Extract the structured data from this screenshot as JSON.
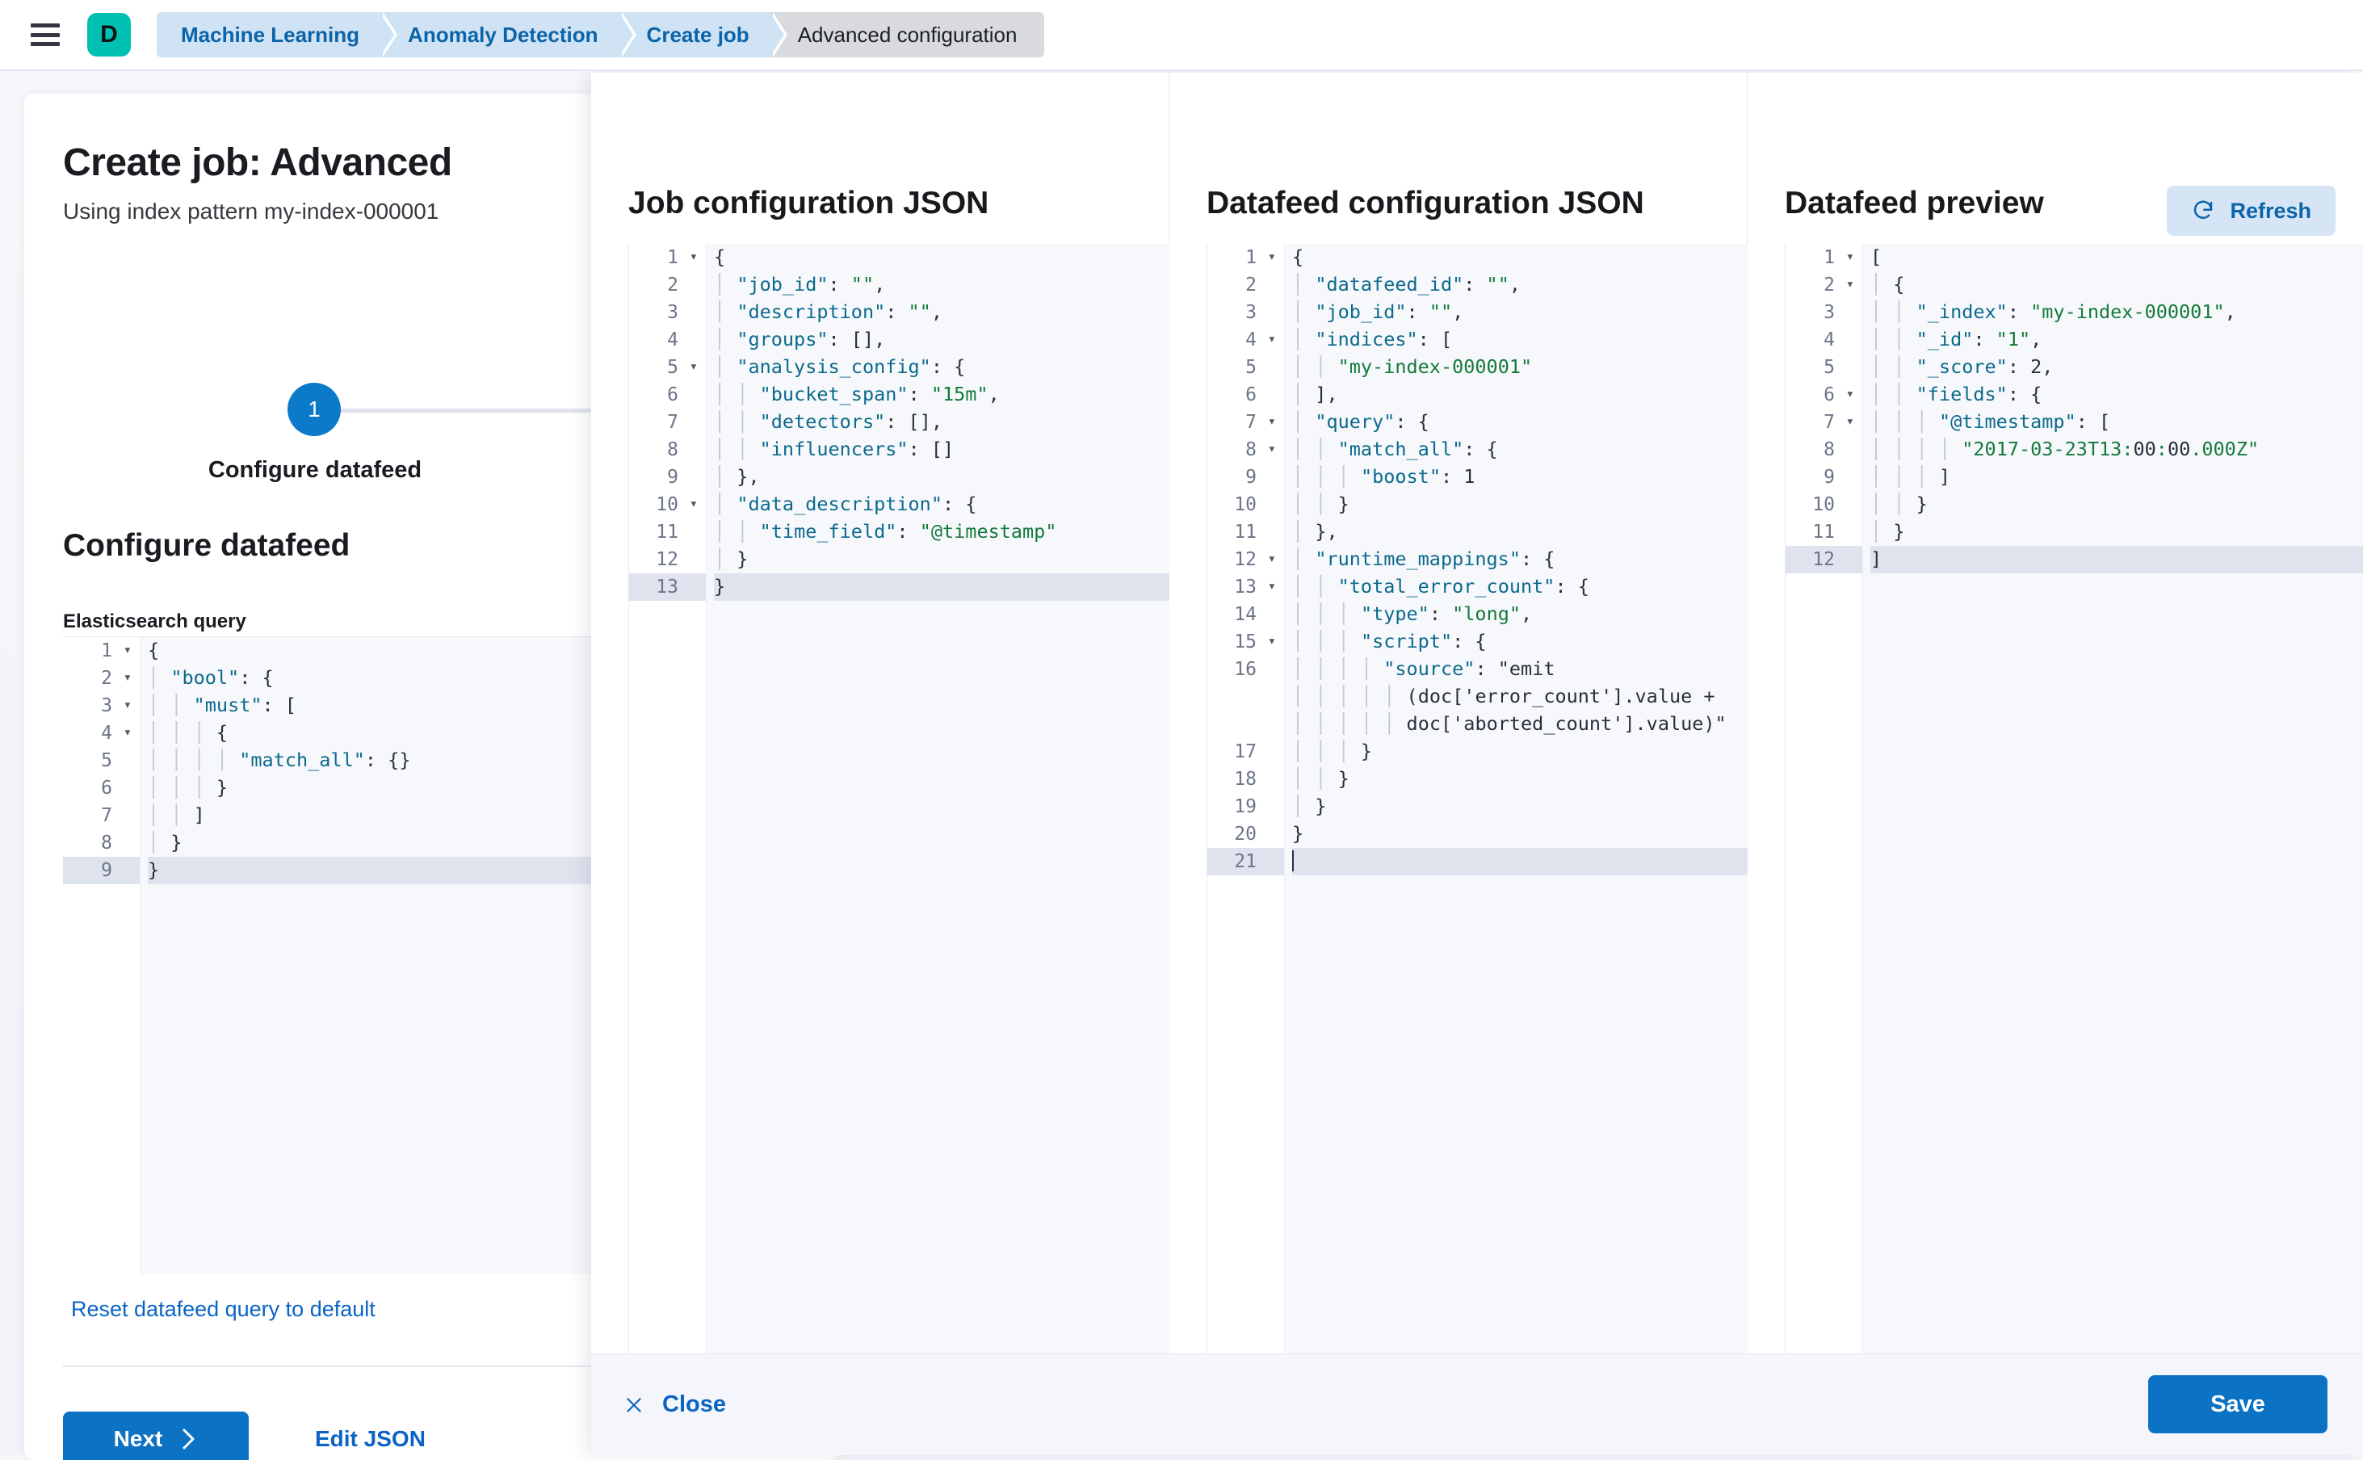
{
  "topnav": {
    "menu_icon": "hamburger-menu-icon",
    "logo_letter": "D",
    "breadcrumbs": [
      {
        "label": "Machine Learning",
        "active": false
      },
      {
        "label": "Anomaly Detection",
        "active": false
      },
      {
        "label": "Create job",
        "active": false
      },
      {
        "label": "Advanced configuration",
        "active": true
      }
    ]
  },
  "left_panel": {
    "title": "Create job: Advanced",
    "subtitle": "Using index pattern my-index-000001",
    "step_number": "1",
    "step_label": "Configure datafeed",
    "section_heading": "Configure datafeed",
    "field_label": "Elasticsearch query",
    "reset_link": "Reset datafeed query to default",
    "next_button": "Next",
    "next_chevron_icon": "chevron-right-icon",
    "edit_json_button": "Edit JSON",
    "query_editor": {
      "highlight_line": 9,
      "lines": [
        {
          "no": "1",
          "fold": true,
          "text": "{"
        },
        {
          "no": "2",
          "fold": true,
          "text": "  \"bool\": {"
        },
        {
          "no": "3",
          "fold": true,
          "text": "    \"must\": ["
        },
        {
          "no": "4",
          "fold": true,
          "text": "      {"
        },
        {
          "no": "5",
          "fold": false,
          "text": "        \"match_all\": {}"
        },
        {
          "no": "6",
          "fold": false,
          "text": "      }"
        },
        {
          "no": "7",
          "fold": false,
          "text": "    ]"
        },
        {
          "no": "8",
          "fold": false,
          "text": "  }"
        },
        {
          "no": "9",
          "fold": false,
          "text": "}"
        }
      ]
    }
  },
  "flyout": {
    "columns": [
      {
        "title": "Job configuration JSON",
        "highlight_line": 13,
        "lines": [
          {
            "no": "1",
            "fold": true,
            "text": "{"
          },
          {
            "no": "2",
            "fold": false,
            "text": "  \"job_id\": \"\","
          },
          {
            "no": "3",
            "fold": false,
            "text": "  \"description\": \"\","
          },
          {
            "no": "4",
            "fold": false,
            "text": "  \"groups\": [],"
          },
          {
            "no": "5",
            "fold": true,
            "text": "  \"analysis_config\": {"
          },
          {
            "no": "6",
            "fold": false,
            "text": "    \"bucket_span\": \"15m\","
          },
          {
            "no": "7",
            "fold": false,
            "text": "    \"detectors\": [],"
          },
          {
            "no": "8",
            "fold": false,
            "text": "    \"influencers\": []"
          },
          {
            "no": "9",
            "fold": false,
            "text": "  },"
          },
          {
            "no": "10",
            "fold": true,
            "text": "  \"data_description\": {"
          },
          {
            "no": "11",
            "fold": false,
            "text": "    \"time_field\": \"@timestamp\""
          },
          {
            "no": "12",
            "fold": false,
            "text": "  }"
          },
          {
            "no": "13",
            "fold": false,
            "text": "}"
          }
        ]
      },
      {
        "title": "Datafeed configuration JSON",
        "highlight_line": 21,
        "lines": [
          {
            "no": "1",
            "fold": true,
            "text": "{"
          },
          {
            "no": "2",
            "fold": false,
            "text": "  \"datafeed_id\": \"\","
          },
          {
            "no": "3",
            "fold": false,
            "text": "  \"job_id\": \"\","
          },
          {
            "no": "4",
            "fold": true,
            "text": "  \"indices\": ["
          },
          {
            "no": "5",
            "fold": false,
            "text": "    \"my-index-000001\""
          },
          {
            "no": "6",
            "fold": false,
            "text": "  ],"
          },
          {
            "no": "7",
            "fold": true,
            "text": "  \"query\": {"
          },
          {
            "no": "8",
            "fold": true,
            "text": "    \"match_all\": {"
          },
          {
            "no": "9",
            "fold": false,
            "text": "      \"boost\": 1"
          },
          {
            "no": "10",
            "fold": false,
            "text": "    }"
          },
          {
            "no": "11",
            "fold": false,
            "text": "  },"
          },
          {
            "no": "12",
            "fold": true,
            "text": "  \"runtime_mappings\": {"
          },
          {
            "no": "13",
            "fold": true,
            "text": "    \"total_error_count\": {"
          },
          {
            "no": "14",
            "fold": false,
            "text": "      \"type\": \"long\","
          },
          {
            "no": "15",
            "fold": true,
            "text": "      \"script\": {"
          },
          {
            "no": "16",
            "fold": false,
            "text": "        \"source\": \"emit\n          (doc['error_count'].value +\n          doc['aborted_count'].value)\""
          },
          {
            "no": "17",
            "fold": false,
            "text": "      }"
          },
          {
            "no": "18",
            "fold": false,
            "text": "    }"
          },
          {
            "no": "19",
            "fold": false,
            "text": "  }"
          },
          {
            "no": "20",
            "fold": false,
            "text": "}"
          },
          {
            "no": "21",
            "fold": false,
            "text": ""
          }
        ]
      },
      {
        "title": "Datafeed preview",
        "refresh_label": "Refresh",
        "refresh_icon": "refresh-icon",
        "highlight_line": 12,
        "lines": [
          {
            "no": "1",
            "fold": true,
            "text": "["
          },
          {
            "no": "2",
            "fold": true,
            "text": "  {"
          },
          {
            "no": "3",
            "fold": false,
            "text": "    \"_index\": \"my-index-000001\","
          },
          {
            "no": "4",
            "fold": false,
            "text": "    \"_id\": \"1\","
          },
          {
            "no": "5",
            "fold": false,
            "text": "    \"_score\": 2,"
          },
          {
            "no": "6",
            "fold": true,
            "text": "    \"fields\": {"
          },
          {
            "no": "7",
            "fold": true,
            "text": "      \"@timestamp\": ["
          },
          {
            "no": "8",
            "fold": false,
            "text": "        \"2017-03-23T13:00:00.000Z\""
          },
          {
            "no": "9",
            "fold": false,
            "text": "      ]"
          },
          {
            "no": "10",
            "fold": false,
            "text": "    }"
          },
          {
            "no": "11",
            "fold": false,
            "text": "  }"
          },
          {
            "no": "12",
            "fold": false,
            "text": "]"
          }
        ]
      }
    ],
    "footer": {
      "close_label": "Close",
      "close_icon": "close-x-icon",
      "save_label": "Save"
    }
  },
  "colors": {
    "accent_blue": "#0b72c4",
    "link_blue": "#0b64c4",
    "brand_teal": "#00bfb3",
    "crumb_blue": "#cfe3f5",
    "json_key": "#0b6a8c",
    "json_string": "#137a39",
    "editor_bg": "#f7f8fc",
    "highlight": "#dfe3ee"
  }
}
